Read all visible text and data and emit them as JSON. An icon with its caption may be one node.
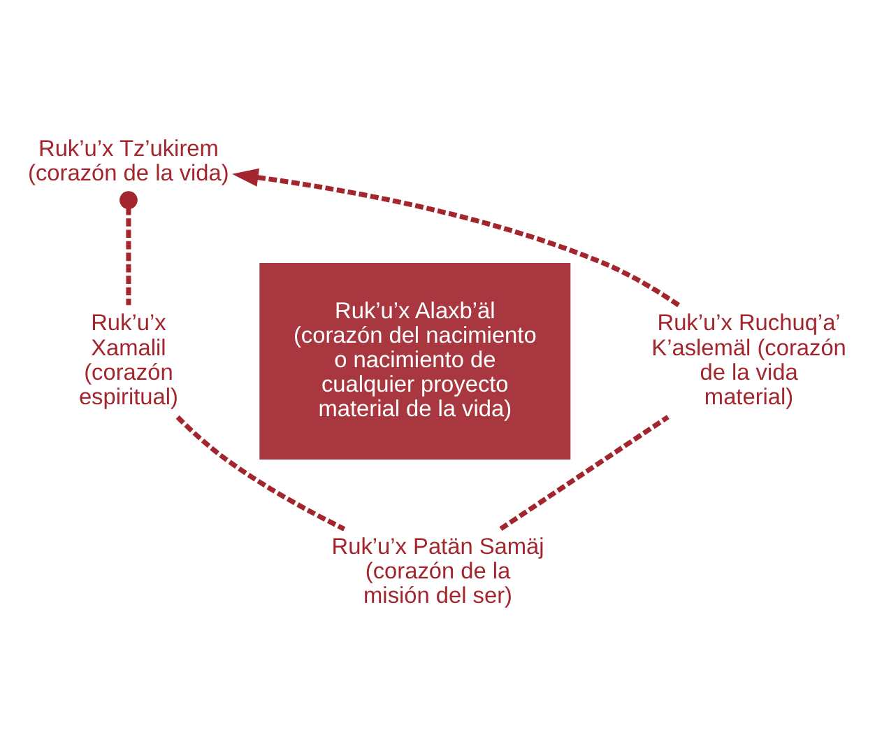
{
  "diagram": {
    "nodes": [
      {
        "text": [
          "Ruk’u’x Tz’ukirem (corazón de la vida)"
        ]
      },
      {
        "text": [
          "Ruk’u’x Xamalil (corazón espiritual)"
        ]
      },
      {
        "text": [
          "Ruk’u’x Alaxb’äl (corazón del nacimiento o nacimiento de cualquier proyecto material de la vida)"
        ]
      },
      {
        "text": [
          "Ruk’u’x Ruchuq’a’ K’aslemäl (corazón de la vida material)"
        ]
      },
      {
        "text": [
          "Ruk’u’x Patän Samäj (corazón de la misión del ser)"
        ]
      }
    ],
    "edges": [
      {
        "from": 0,
        "to": 1,
        "arrow": "other",
        "style": "dashed"
      },
      {
        "from": 1,
        "to": 4,
        "arrow": "none",
        "style": "dashed"
      },
      {
        "from": 4,
        "to": 3,
        "arrow": "none",
        "style": "dashed"
      },
      {
        "from": 3,
        "to": 0,
        "arrow": "to",
        "style": "dashed"
      }
    ]
  }
}
